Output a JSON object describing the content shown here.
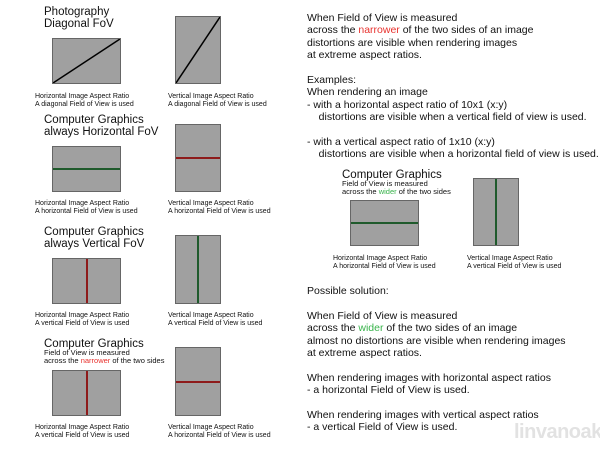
{
  "colors": {
    "box": "#a0a0a0",
    "green_line": "#1f5a2c",
    "red_line": "#8e1b1b",
    "narrower": "#e8322e",
    "wider": "#37b34a"
  },
  "sections": {
    "photo": {
      "title1": "Photography",
      "title2": "Diagonal FoV",
      "left_cap1": "Horizontal Image Aspect Ratio",
      "left_cap2": "A diagonal Field of View is used",
      "right_cap1": "Vertical Image Aspect Ratio",
      "right_cap2": "A diagonal Field of View is used"
    },
    "cg_h": {
      "title1": "Computer Graphics",
      "title2": "always Horizontal FoV",
      "left_cap1": "Horizontal Image Aspect Ratio",
      "left_cap2": "A horizontal Field of View is used",
      "right_cap1": "Vertical Image Aspect Ratio",
      "right_cap2": "A horizontal Field of View is used"
    },
    "cg_v": {
      "title1": "Computer Graphics",
      "title2": "always Vertical FoV",
      "left_cap1": "Horizontal Image Aspect Ratio",
      "left_cap2": "A vertical Field of View is used",
      "right_cap1": "Vertical Image Aspect Ratio",
      "right_cap2": "A vertical Field of View is used"
    },
    "cg_n": {
      "title1": "Computer Graphics",
      "sub1": "Field of View is measured",
      "sub2a": "across the ",
      "sub2b": "narrower",
      "sub2c": " of the two sides",
      "left_cap1": "Horizontal Image Aspect Ratio",
      "left_cap2": "A vertical Field of View is used",
      "right_cap1": "Vertical Image Aspect Ratio",
      "right_cap2": "A horizontal Field of View is used"
    },
    "cg_w": {
      "title1": "Computer Graphics",
      "sub1": "Field of View is measured",
      "sub2a": "across the ",
      "sub2b": "wider",
      "sub2c": " of the two sides",
      "left_cap1": "Horizontal Image Aspect Ratio",
      "left_cap2": "A horizontal Field of View is used",
      "right_cap1": "Vertical Image Aspect Ratio",
      "right_cap2": "A vertical Field of View is used"
    }
  },
  "explanation": {
    "l1": "When Field of View is measured",
    "l2a": "across the ",
    "l2b": "narrower",
    "l2c": " of the two sides of an image",
    "l3": "distortions are visible when rendering images",
    "l4": "at extreme aspect ratios.",
    "ex": "Examples:",
    "e1": "When rendering an image",
    "e2": "-  with a horizontal aspect ratio of 10x1 (x:y)",
    "e3": "    distortions are visible when a vertical field of view is used.",
    "e4": "-  with a vertical aspect ratio of 1x10 (x:y)",
    "e5": "    distortions are visible when a horizontal field of view is used."
  },
  "solution": {
    "title": "Possible solution:",
    "s1": "When Field of View is measured",
    "s2a": "across the ",
    "s2b": "wider",
    "s2c": " of the two sides of an image",
    "s3": "almost no distortions are visible when rendering images",
    "s4": "at extreme aspect ratios.",
    "s5": "When rendering images with horizontal aspect ratios",
    "s6": "- a horizontal Field of View is used.",
    "s7": "When rendering images with vertical aspect ratios",
    "s8": "- a vertical Field of View is used."
  },
  "watermark": "linvanoak"
}
